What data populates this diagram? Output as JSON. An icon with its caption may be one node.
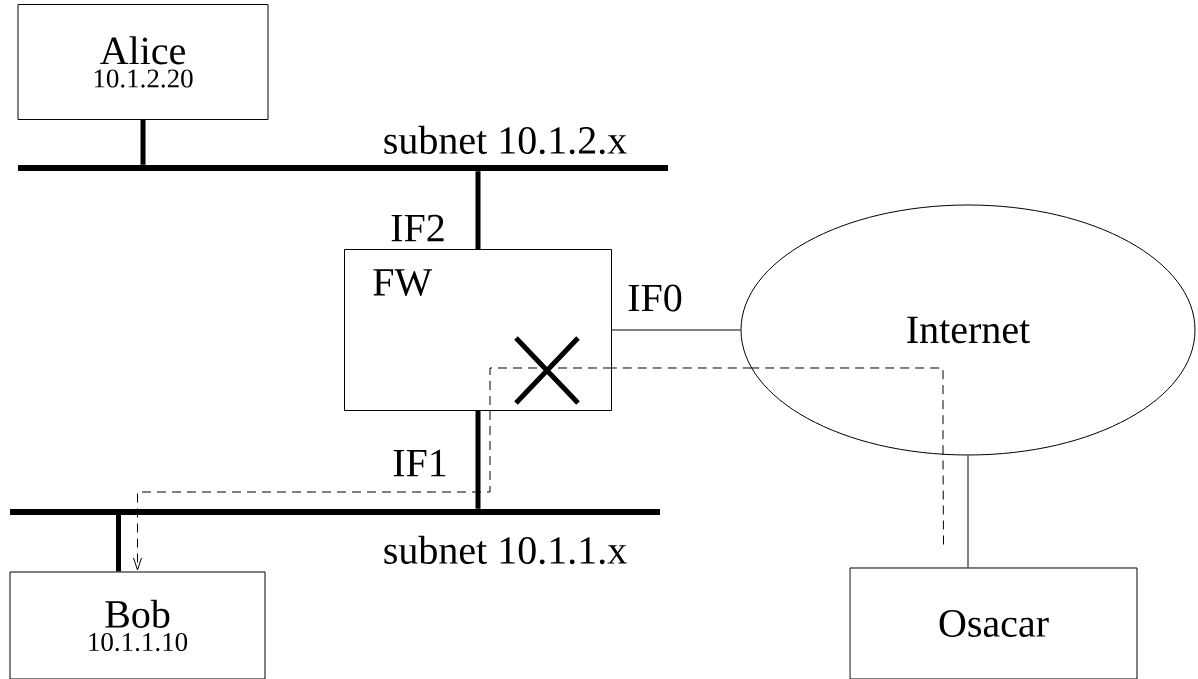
{
  "diagram": {
    "nodes": [
      {
        "text": [
          "Alice",
          "10.1.2.20"
        ]
      },
      {
        "text": [],
        "shape": "bar",
        "beside": [
          "subnet 10.1.2.x"
        ]
      },
      {
        "text": [
          "FW"
        ]
      },
      {
        "text": [
          "Internet"
        ]
      },
      {
        "text": [],
        "shape": "bar",
        "beside": [
          "subnet 10.1.1.x"
        ]
      },
      {
        "text": [
          "Bob",
          "10.1.1.10"
        ]
      },
      {
        "text": [
          "Osacar"
        ]
      }
    ],
    "edges": [
      {
        "from": 0,
        "to": 1,
        "arrow": "none",
        "style": "thick"
      },
      {
        "from": 2,
        "to": 1,
        "arrow": "none",
        "style": "thick",
        "label": "IF2"
      },
      {
        "from": 2,
        "to": 3,
        "arrow": "none",
        "label": "IF0"
      },
      {
        "from": 2,
        "to": 4,
        "arrow": "none",
        "style": "thick",
        "label": "IF1"
      },
      {
        "from": 4,
        "to": 5,
        "arrow": "none",
        "style": "thick"
      },
      {
        "from": 3,
        "to": 6,
        "arrow": "none"
      },
      {
        "from": 6,
        "to": 3,
        "arrow": "none",
        "style": "dashed"
      },
      {
        "from": 3,
        "to": 2,
        "arrow": "none",
        "style": "dashed"
      },
      {
        "from": 2,
        "to": 5,
        "arrow": "to",
        "style": "dashed"
      }
    ]
  }
}
